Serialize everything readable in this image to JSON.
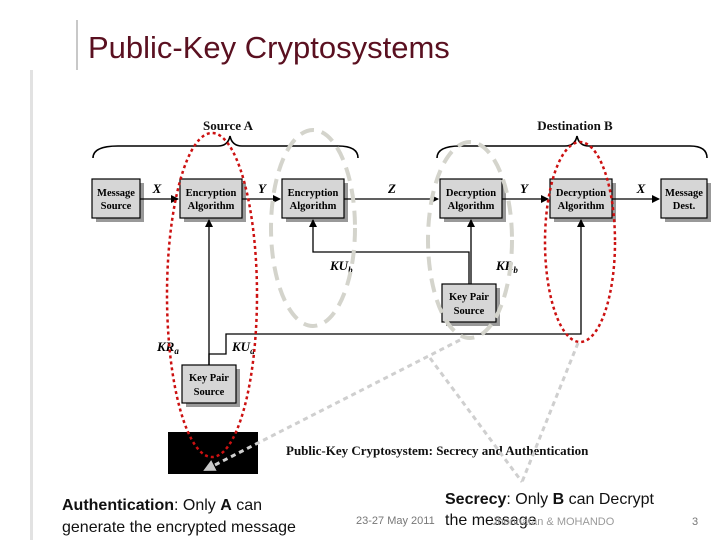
{
  "slide": {
    "title": "Public-Key Cryptosystems",
    "caption_left": {
      "term": "Authentication",
      "text_after_term": ": Only ",
      "entity": "A",
      "text_line1_end": " can",
      "line2": "generate the encrypted message"
    },
    "caption_right": {
      "term": "Secrecy",
      "text_after_term": ": Only ",
      "entity": "B",
      "text_line1_end": " can Decrypt",
      "line2": "the message"
    },
    "footer": {
      "date": "23-27 May 2011",
      "author": "Jhonnatan & MOHANDO",
      "page": "3"
    }
  },
  "diagram": {
    "source_label": "Source A",
    "destination_label": "Destination B",
    "caption": "Public-Key Cryptosystem: Secrecy and Authentication",
    "boxes": {
      "message_source": [
        "Message",
        "Source"
      ],
      "encryption_1": [
        "Encryption",
        "Algorithm"
      ],
      "encryption_2": [
        "Encryption",
        "Algorithm"
      ],
      "decryption_1": [
        "Decryption",
        "Algorithm"
      ],
      "decryption_2": [
        "Decryption",
        "Algorithm"
      ],
      "message_dest": [
        "Message",
        "Dest."
      ],
      "keypair_b": [
        "Key Pair",
        "Source"
      ],
      "keypair_a": [
        "Key Pair",
        "Source"
      ]
    },
    "arrow_labels": {
      "x_in": "X",
      "y_mid": "Y",
      "z": "Z",
      "y_out": "Y",
      "x_out": "X",
      "ku_b": "KU",
      "ku_b_sub": "b",
      "kr_b": "KR",
      "kr_b_sub": "b",
      "kr_a": "KR",
      "kr_a_sub": "a",
      "ku_a": "KU",
      "ku_a_sub": "a"
    },
    "colors": {
      "title": "#5a1020",
      "red_highlight": "#cc1111",
      "grey_highlight": "#d4d4cc",
      "box_fill": "#d6d6d6"
    }
  }
}
